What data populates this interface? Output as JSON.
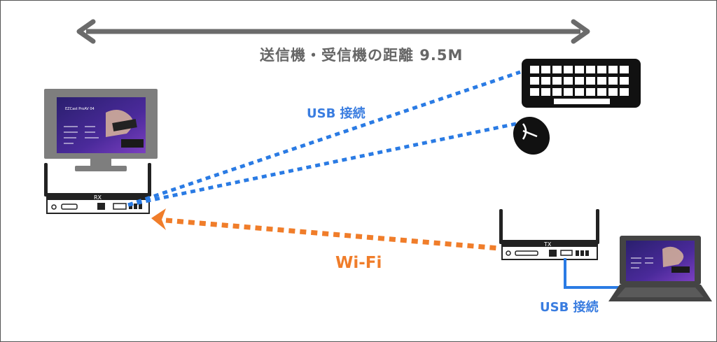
{
  "labels": {
    "distance": "送信機・受信機の距離 9.5M",
    "usb_top": "USB 接続",
    "wifi": "Wi-Fi",
    "usb_bottom": "USB 接続"
  },
  "devices": {
    "rx_label": "RX",
    "tx_label": "TX",
    "screen_title": "EZCast ProAV 04"
  },
  "colors": {
    "usb_line": "#2a7be4",
    "wifi_line": "#f07d2a",
    "distance_arrow": "#6b6b6b",
    "device_body": "#222222"
  }
}
